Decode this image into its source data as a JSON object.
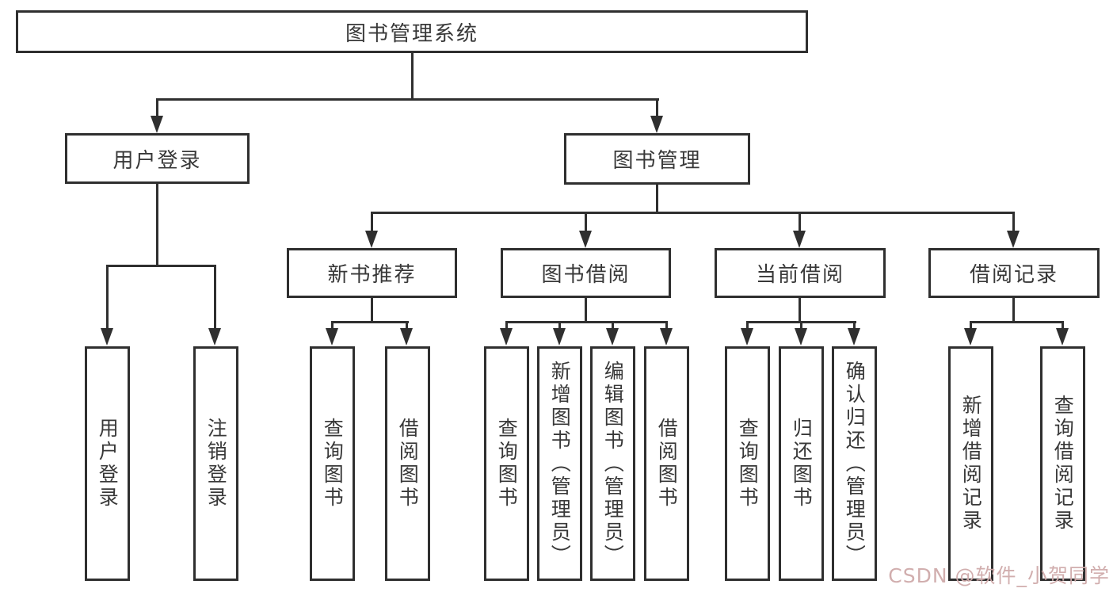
{
  "diagram_title": "图书管理系统",
  "colors": {
    "line": "#2f2f2f",
    "text": "#383838",
    "watermark": "#cfaaaa",
    "background": "#ffffff"
  },
  "watermark": {
    "text": "CSDN @软件_小贺同学"
  },
  "tree": {
    "label": "图书管理系统",
    "children": [
      {
        "label": "用户登录",
        "children": [
          {
            "label": "用户登录"
          },
          {
            "label": "注销登录"
          }
        ]
      },
      {
        "label": "图书管理",
        "children": [
          {
            "label": "新书推荐",
            "children": [
              {
                "label": "查询图书"
              },
              {
                "label": "借阅图书"
              }
            ]
          },
          {
            "label": "图书借阅",
            "children": [
              {
                "label": "查询图书"
              },
              {
                "label": "新增图书（管理员）"
              },
              {
                "label": "编辑图书（管理员）"
              },
              {
                "label": "借阅图书"
              }
            ]
          },
          {
            "label": "当前借阅",
            "children": [
              {
                "label": "查询图书"
              },
              {
                "label": "归还图书"
              },
              {
                "label": "确认归还（管理员）"
              }
            ]
          },
          {
            "label": "借阅记录",
            "children": [
              {
                "label": "新增借阅记录"
              },
              {
                "label": "查询借阅记录"
              }
            ]
          }
        ]
      }
    ]
  }
}
